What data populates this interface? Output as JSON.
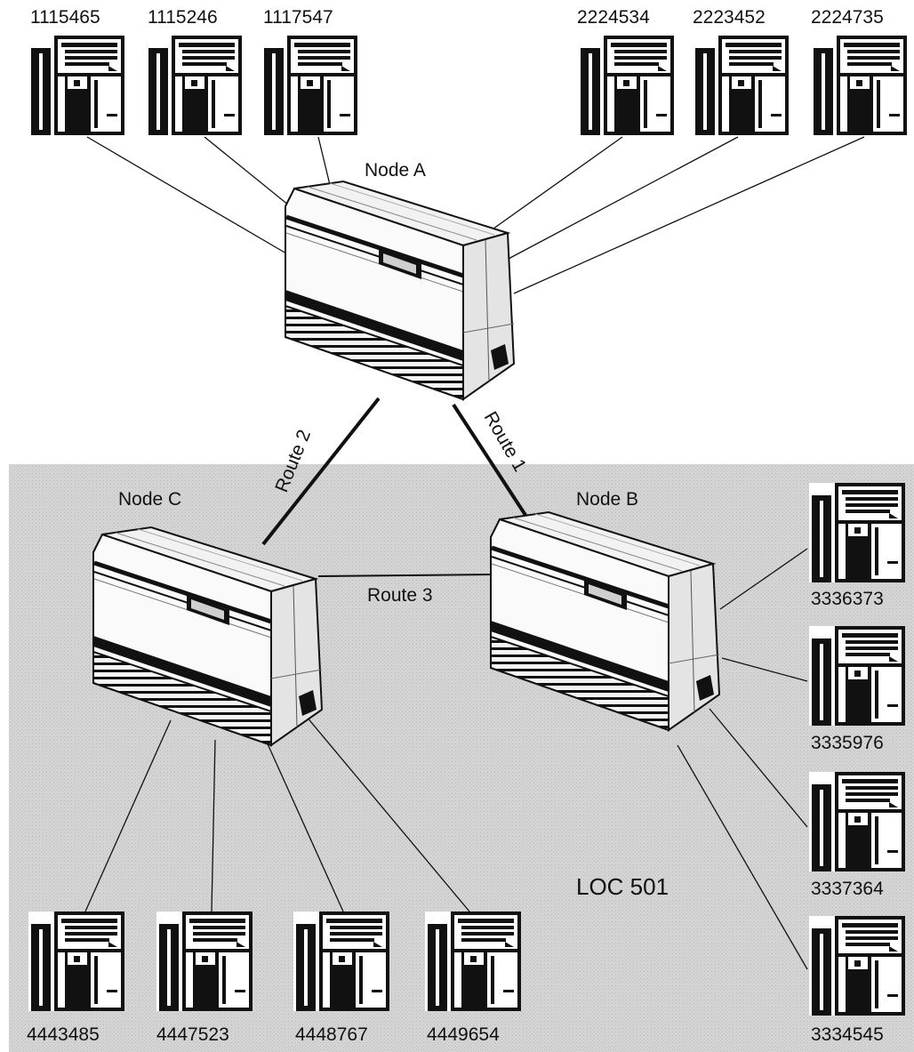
{
  "network": {
    "nodes": {
      "a": {
        "label": "Node A"
      },
      "b": {
        "label": "Node B"
      },
      "c": {
        "label": "Node C"
      }
    },
    "routes": {
      "r1": {
        "label": "Route 1",
        "from": "Node A",
        "to": "Node B"
      },
      "r2": {
        "label": "Route 2",
        "from": "Node A",
        "to": "Node C"
      },
      "r3": {
        "label": "Route 3",
        "from": "Node C",
        "to": "Node B"
      }
    },
    "region": {
      "label": "LOC 501"
    },
    "phones": [
      {
        "number": "1115465",
        "node": "Node A"
      },
      {
        "number": "1115246",
        "node": "Node A"
      },
      {
        "number": "1117547",
        "node": "Node A"
      },
      {
        "number": "2224534",
        "node": "Node A"
      },
      {
        "number": "2223452",
        "node": "Node A"
      },
      {
        "number": "2224735",
        "node": "Node A"
      },
      {
        "number": "3336373",
        "node": "Node B"
      },
      {
        "number": "3335976",
        "node": "Node B"
      },
      {
        "number": "3337364",
        "node": "Node B"
      },
      {
        "number": "3334545",
        "node": "Node B"
      },
      {
        "number": "4443485",
        "node": "Node C"
      },
      {
        "number": "4447523",
        "node": "Node C"
      },
      {
        "number": "4448767",
        "node": "Node C"
      },
      {
        "number": "4449654",
        "node": "Node C"
      }
    ]
  }
}
